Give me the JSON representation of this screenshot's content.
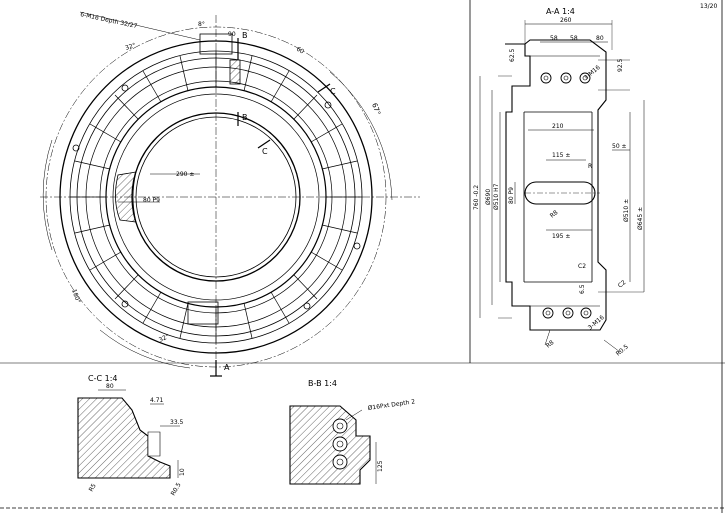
{
  "sheet": {
    "number": "13/20"
  },
  "main_view": {
    "labels": {
      "hole_note": "6-M16 Depth 32/27",
      "angle_top": "8°",
      "width_top": "90",
      "angle_left": "32°",
      "angle_right_small": "60",
      "angle_right": "67°",
      "radius_inner": "290 ±",
      "slot_dim": "80 P9",
      "section_cc": "C",
      "section_bb": "B",
      "section_aa": "A",
      "angle_bottom_left": "180°",
      "angle_bottom": "32°"
    }
  },
  "section_aa": {
    "title": "A-A 1:4",
    "dims": {
      "top_width": "260",
      "seg1": "58",
      "seg2": "58",
      "seg3": "80",
      "left_small": "62.5",
      "right_small": "92.5",
      "thread_top": "3-M16",
      "inner_width": "210",
      "right_50": "50 ±",
      "slot_115": "115 ±",
      "r_small": "R",
      "dia_760": "760 -0.2",
      "dia_690": "Ø690",
      "dia_510h7": "Ø510 H7",
      "dim_80p9": "80 P9",
      "r8": "R8",
      "dia_510": "Ø510 ±",
      "dia_645": "Ø645 ±",
      "dim_195": "195 ±",
      "c2a": "C2",
      "c2b": "C2",
      "dim_6": "6.5",
      "r_bottom": "R8",
      "thread_bottom": "3-M16",
      "dim_85": "R0.5"
    }
  },
  "section_cc": {
    "title": "C-C 1:4",
    "dims": {
      "w80": "80",
      "d471": "4.71",
      "d335": "33.5",
      "d10": "10",
      "r5": "R5",
      "r05": "R0.5"
    }
  },
  "section_bb": {
    "title": "B-B 1:4",
    "dims": {
      "note": "Ø16Pxt Depth 2",
      "d125": "125"
    }
  }
}
